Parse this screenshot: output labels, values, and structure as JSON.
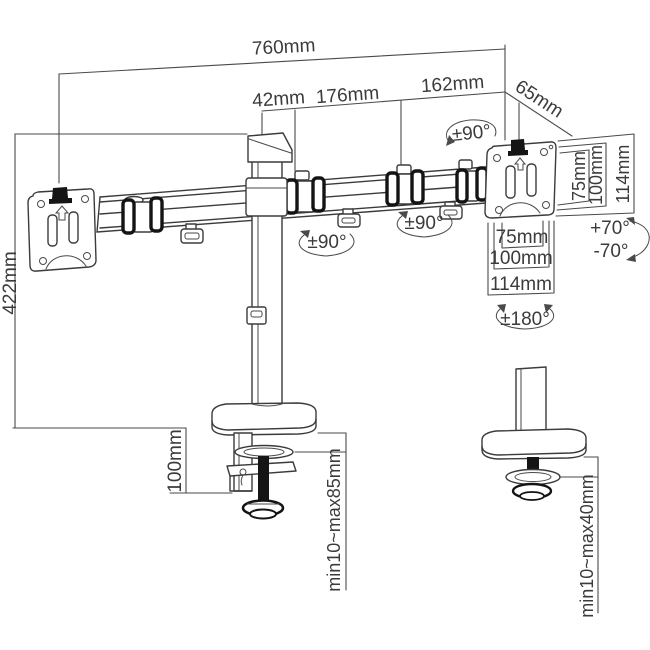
{
  "drawing": {
    "description": "Dual monitor desk mount arm - dimensional technical drawing",
    "colors": {
      "line": "#3b3b3b",
      "fill": "#ffffff",
      "hardware": "#151515"
    }
  },
  "dims": {
    "overall": "760mm",
    "seg_pole": "42mm",
    "seg_inner": "176mm",
    "seg_outer": "162mm",
    "head_offset": "65mm",
    "pole_height": "422mm",
    "clamp_depth": "100mm",
    "clamp_range": "min10~max85mm",
    "grommet_range": "min10~max40mm"
  },
  "vesa": {
    "side": {
      "slot": "75mm",
      "hole": "100mm",
      "plate": "114mm"
    },
    "bottom": {
      "slot": "75mm",
      "hole": "100mm",
      "plate": "114mm"
    }
  },
  "angles": {
    "swivel_head": "±90°",
    "swivel_mid": "±90°",
    "swivel_inner": "±90°",
    "rotation": "±180°",
    "tilt_up": "+70°",
    "tilt_down": "-70°"
  }
}
